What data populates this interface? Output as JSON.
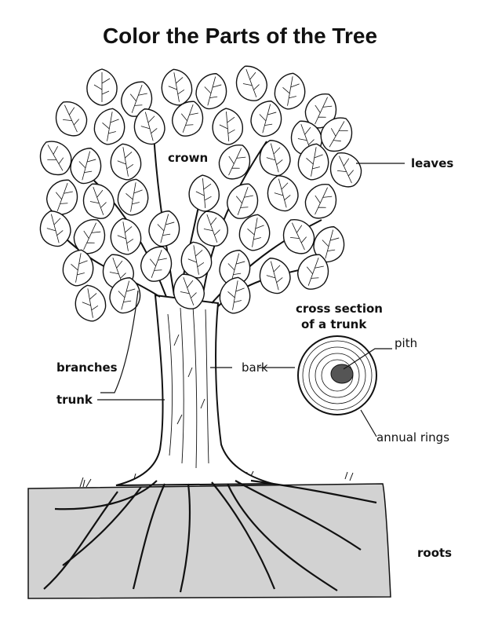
{
  "title": "Color the Parts of the Tree",
  "labels": {
    "crown": "crown",
    "leaves": "leaves",
    "cross_section_line1": "cross section",
    "cross_section_line2": "of a trunk",
    "pith": "pith",
    "bark": "bark",
    "branches": "branches",
    "trunk": "trunk",
    "annual_rings": "annual rings",
    "roots": "roots"
  },
  "colors": {
    "ink": "#111111",
    "soil": "#d2d2d2",
    "pith_fill": "#555555",
    "background": "#ffffff"
  },
  "icons": [
    "leaf-icon",
    "tree-icon",
    "trunk-cross-section-icon",
    "root-icon",
    "grass-icon"
  ]
}
